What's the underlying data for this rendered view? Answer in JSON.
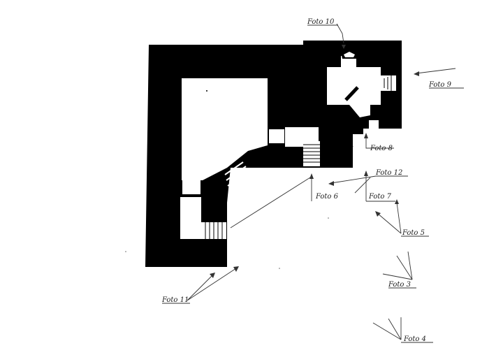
{
  "labels": {
    "foto10": "Foto 10",
    "foto9": "Foto 9",
    "foto8": "Foto 8",
    "foto12": "Foto 12",
    "foto6": "Foto 6",
    "foto7": "Foto 7",
    "foto5": "Foto 5",
    "foto3": "Foto 3",
    "foto11": "Foto 11",
    "foto4": "Foto 4"
  }
}
